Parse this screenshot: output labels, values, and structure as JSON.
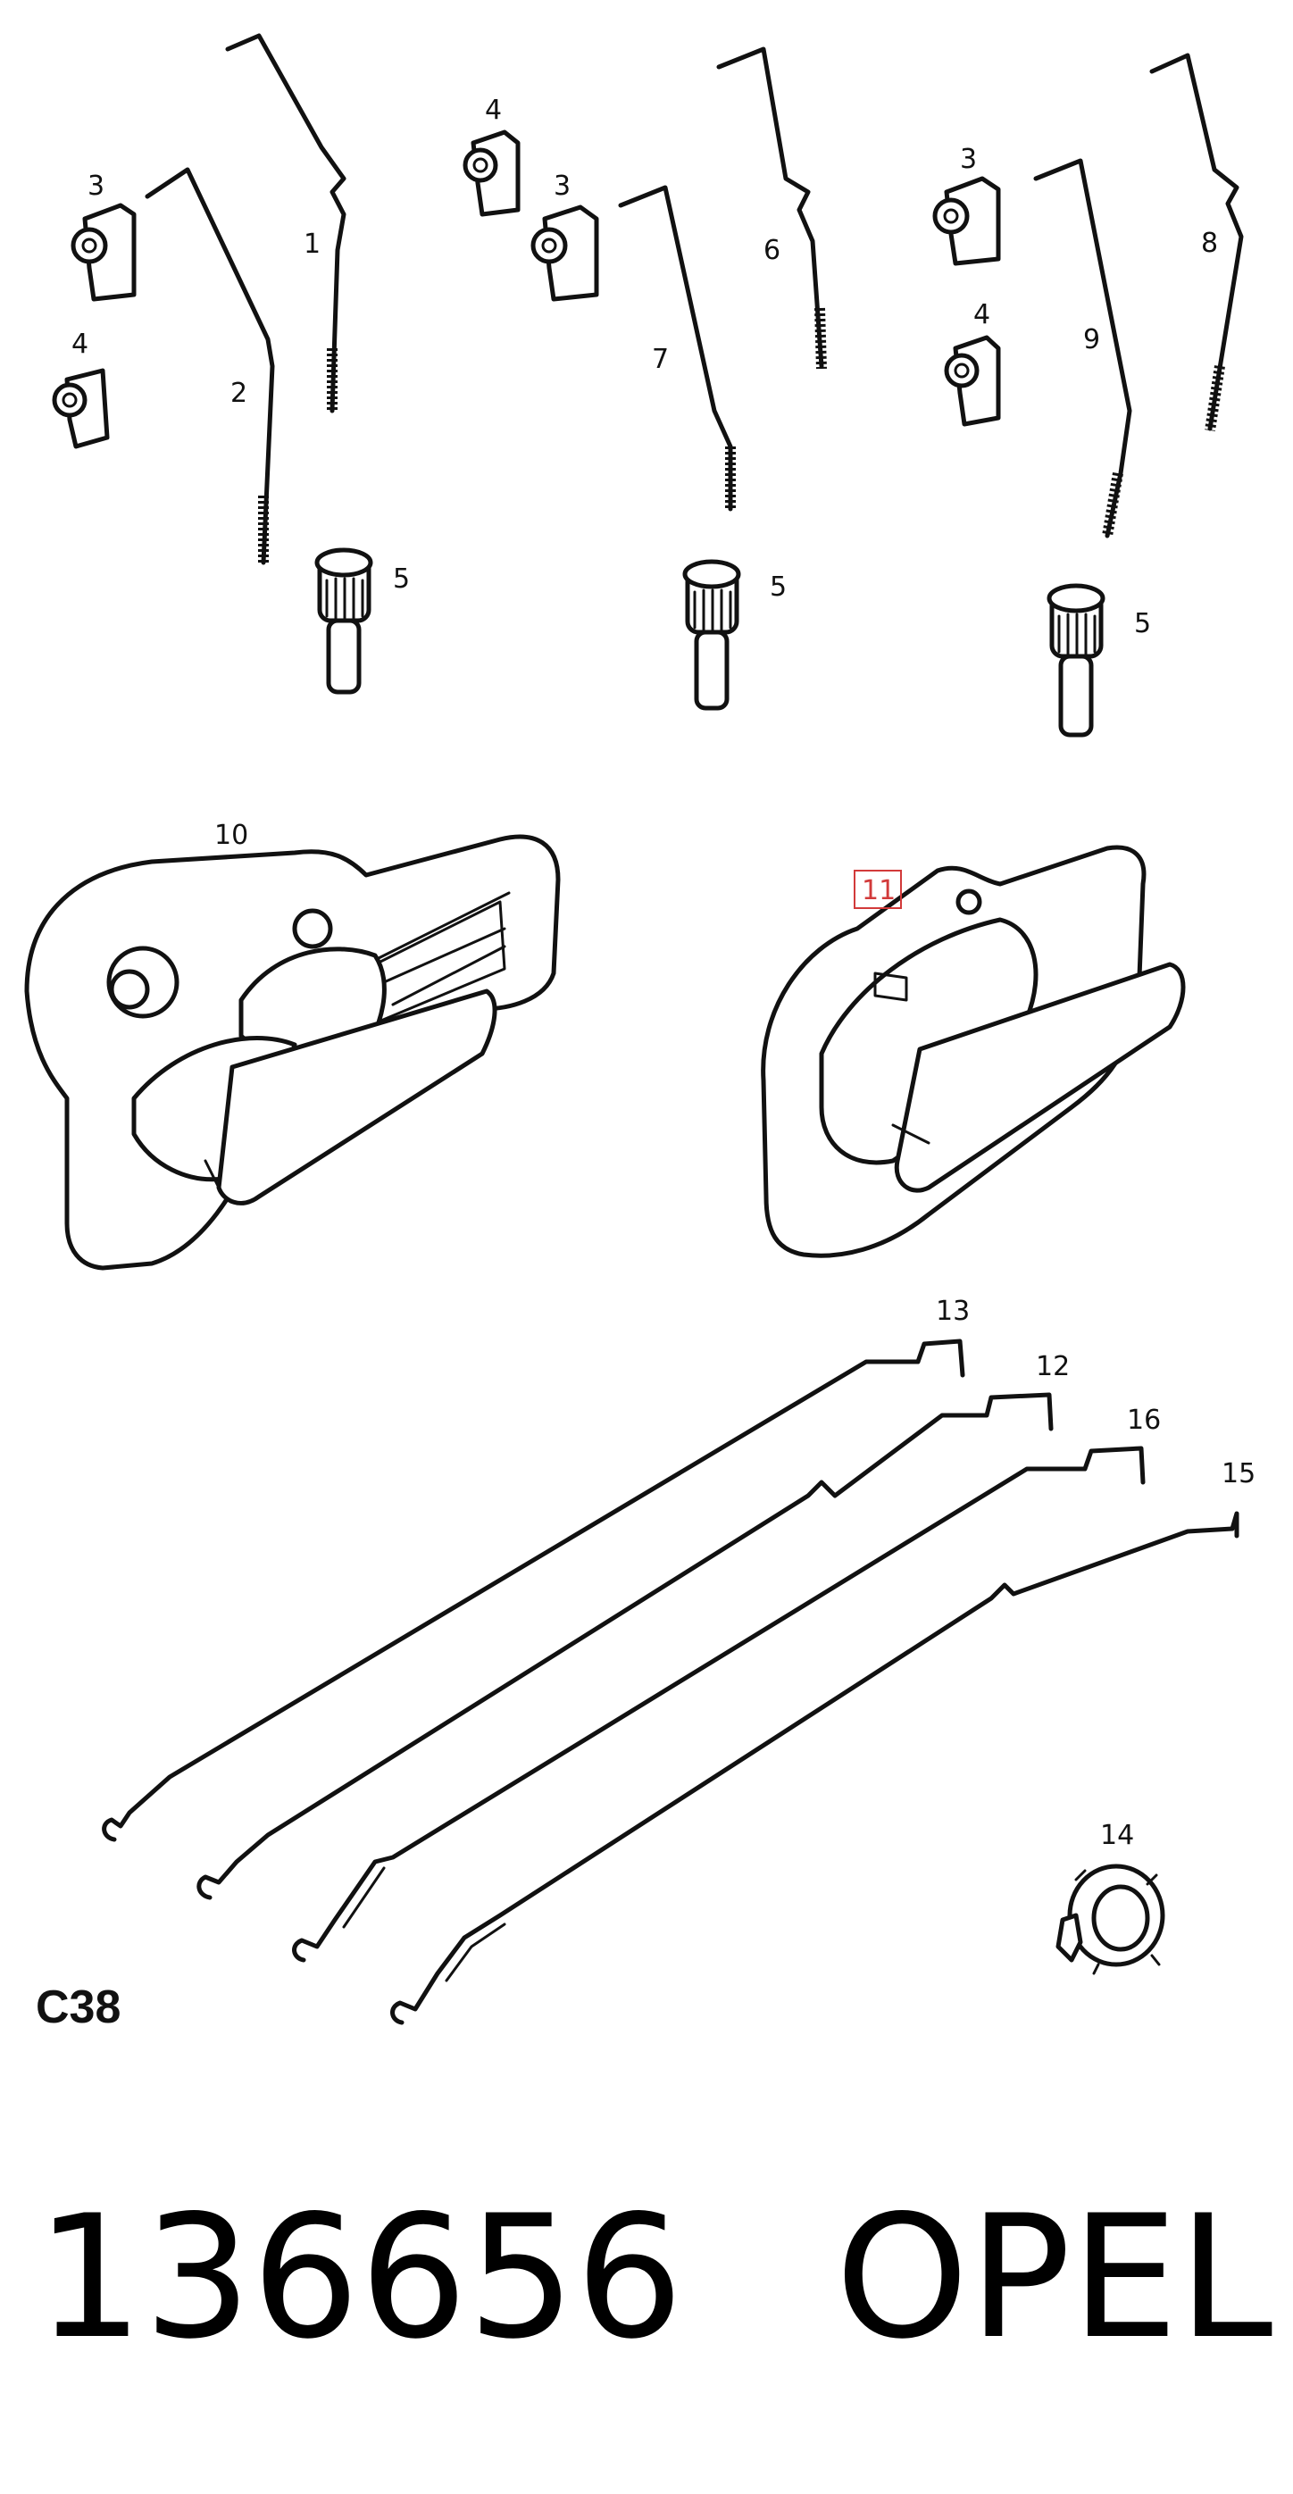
{
  "diagram": {
    "code": "C38",
    "highlighted_callout": "11",
    "highlight_color": "#d23a3a",
    "callouts": [
      "1",
      "2",
      "3",
      "3",
      "3",
      "4",
      "4",
      "4",
      "5",
      "5",
      "5",
      "6",
      "7",
      "8",
      "9",
      "10",
      "11",
      "12",
      "13",
      "14",
      "15",
      "16"
    ]
  },
  "footer": {
    "part_number": "136656",
    "brand": "OPEL"
  }
}
